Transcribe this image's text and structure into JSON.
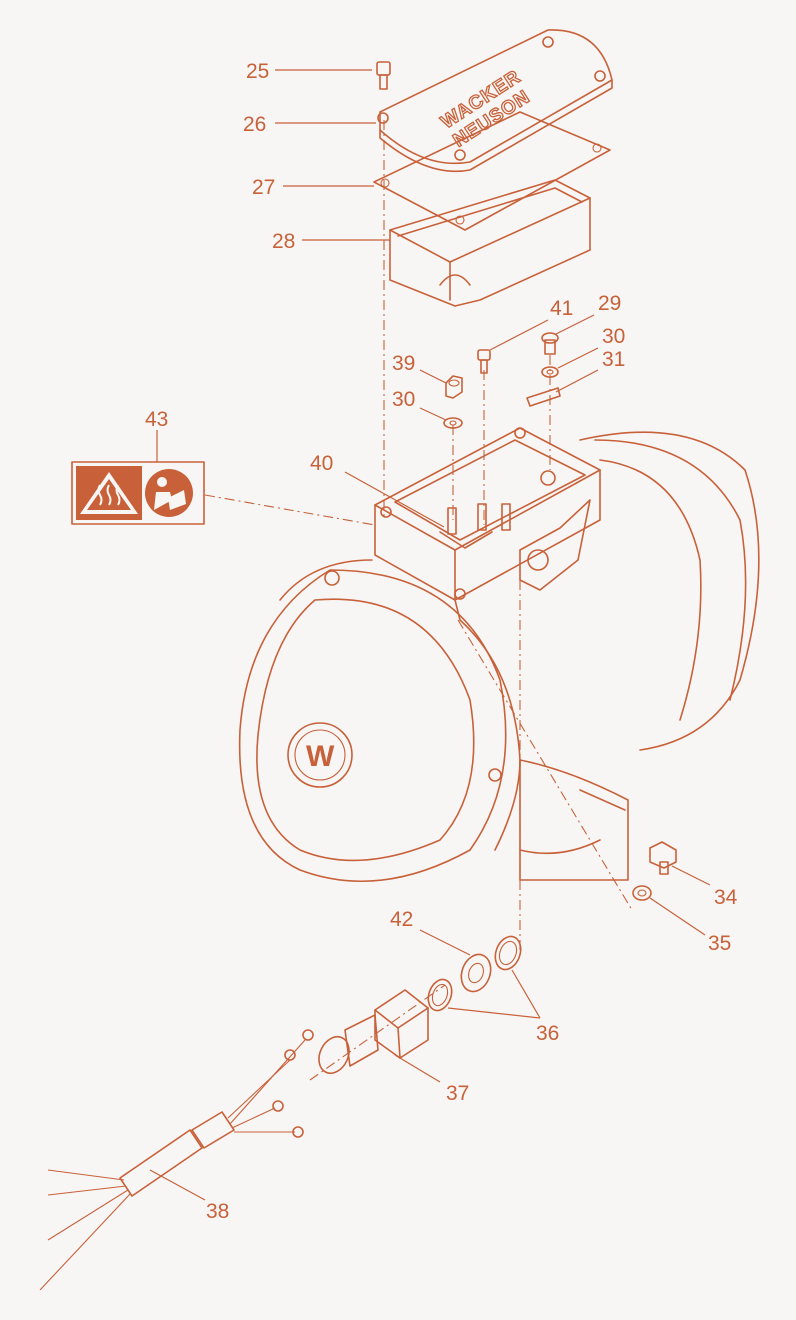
{
  "parts": [
    {
      "id": "25",
      "label": "25"
    },
    {
      "id": "26",
      "label": "26"
    },
    {
      "id": "27",
      "label": "27"
    },
    {
      "id": "28",
      "label": "28"
    },
    {
      "id": "29",
      "label": "29"
    },
    {
      "id": "30a",
      "label": "30"
    },
    {
      "id": "31",
      "label": "31"
    },
    {
      "id": "41",
      "label": "41"
    },
    {
      "id": "39",
      "label": "39"
    },
    {
      "id": "30b",
      "label": "30"
    },
    {
      "id": "43",
      "label": "43"
    },
    {
      "id": "40",
      "label": "40"
    },
    {
      "id": "34",
      "label": "34"
    },
    {
      "id": "35",
      "label": "35"
    },
    {
      "id": "42",
      "label": "42"
    },
    {
      "id": "36",
      "label": "36"
    },
    {
      "id": "37",
      "label": "37"
    },
    {
      "id": "38",
      "label": "38"
    }
  ],
  "cover_logo": {
    "line1": "WACKER",
    "line2": "NEUSON"
  },
  "motor_logo": "W",
  "colors": {
    "line": "#c8613a",
    "background": "#f8f6f4"
  },
  "warning_decal": {
    "icons": [
      "hot-surface-warning-icon",
      "read-manual-icon"
    ]
  }
}
